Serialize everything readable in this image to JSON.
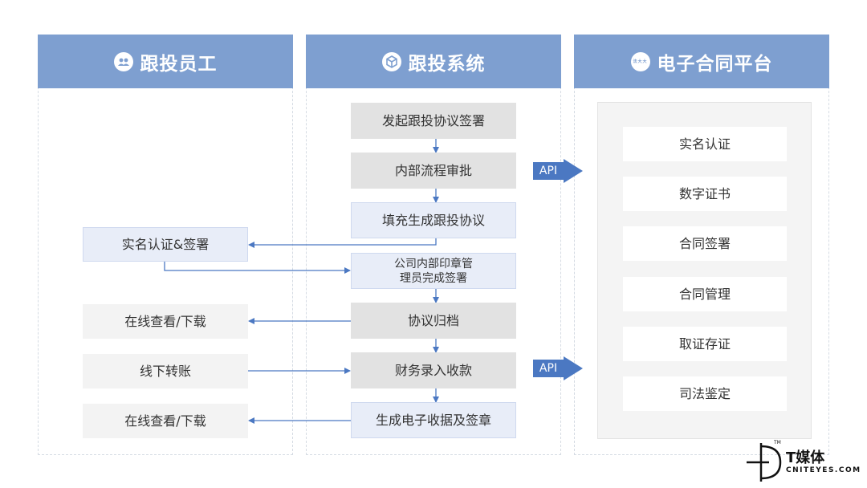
{
  "lanes": [
    {
      "title": "跟投员工",
      "icon": "people-icon"
    },
    {
      "title": "跟投系统",
      "icon": "cube-icon"
    },
    {
      "title": "电子合同平台",
      "icon": "esign-logo-icon",
      "icon_text": "法大大"
    }
  ],
  "system_steps": [
    "发起跟投协议签署",
    "内部流程审批",
    "填充生成跟投协议",
    "公司内部印章管\n理员完成签署",
    "协议归档",
    "财务录入收款",
    "生成电子收据及签章"
  ],
  "employee_steps": [
    "实名认证&签署",
    "在线查看/下载",
    "线下转账",
    "在线查看/下载"
  ],
  "platform_services": [
    "实名认证",
    "数字证书",
    "合同签署",
    "合同管理",
    "取证存证",
    "司法鉴定"
  ],
  "api_label": "API",
  "colors": {
    "header": "#7e9fd0",
    "arrow": "#4b78c2",
    "api": "#4b78c2"
  },
  "watermark": {
    "name": "T媒体",
    "site": "CNITEYES.COM",
    "tm": "TM"
  }
}
